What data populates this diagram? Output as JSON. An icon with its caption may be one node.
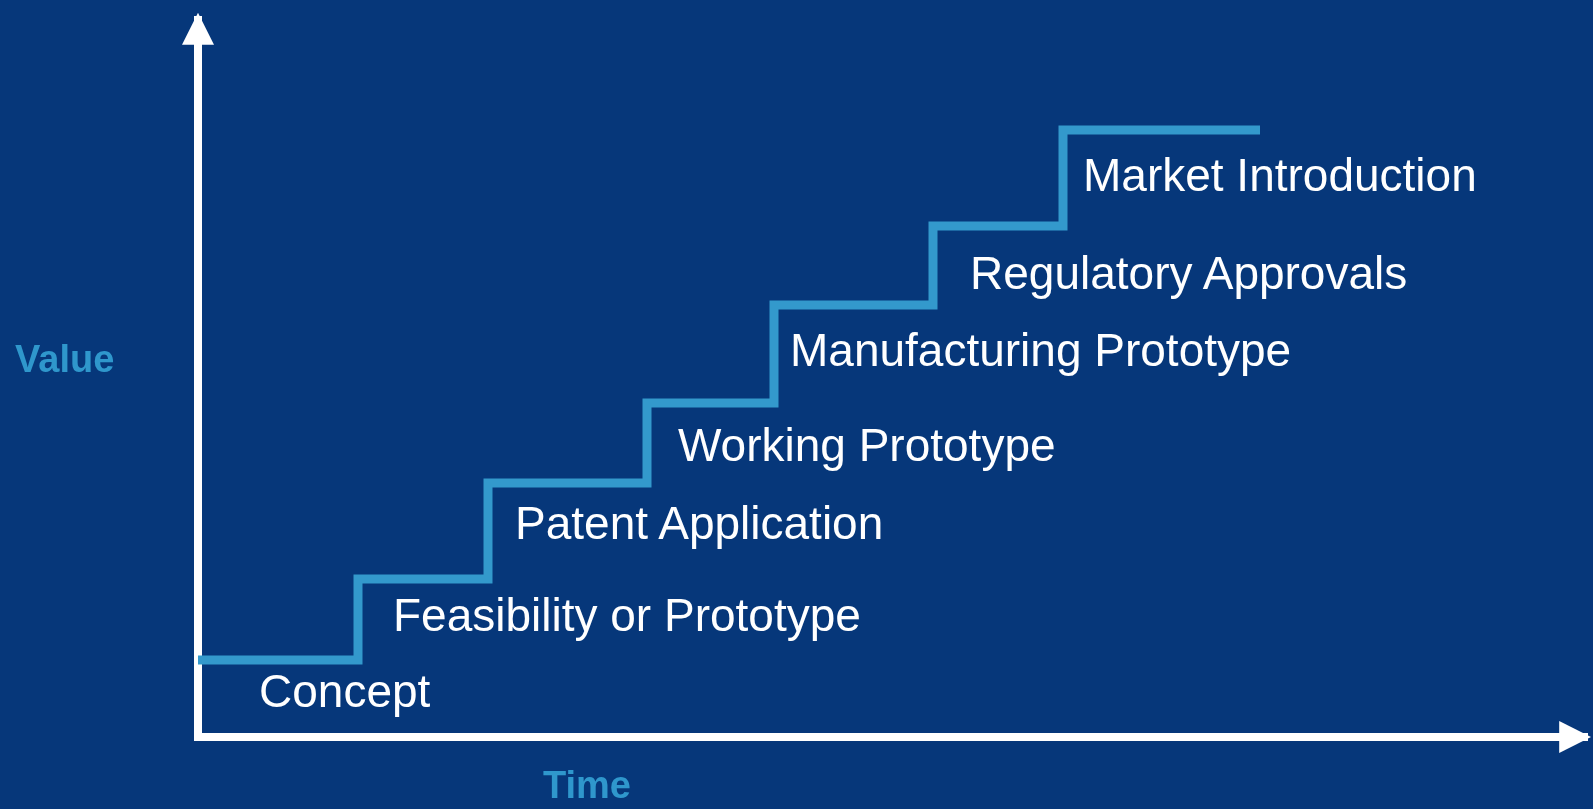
{
  "diagram": {
    "labels": [
      "Market Introduction",
      "Regulatory Approvals",
      "Manufacturing Prototype",
      "Value",
      "Working Prototype",
      "Patent Application",
      "Feasibility or Prototype",
      "Concept",
      "Time"
    ]
  }
}
